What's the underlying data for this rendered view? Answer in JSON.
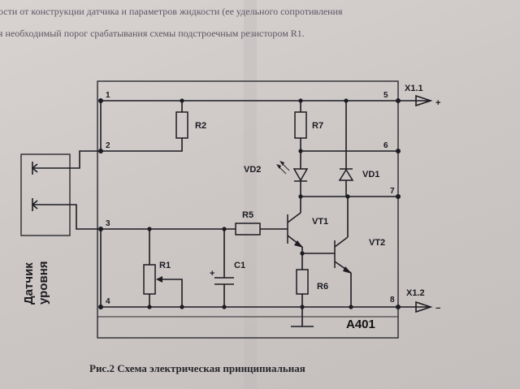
{
  "header": {
    "line1": "ости от конструкции датчика и параметров жидкости (ее удельного сопротивления",
    "line2": "я необходимый порог срабатывания схемы подстроечным резистором R1."
  },
  "caption": "Рис.2 Схема электрическая принципиальная",
  "module": {
    "name": "A401"
  },
  "sensor": {
    "line1": "Датчик",
    "line2": "уровня"
  },
  "terminals": {
    "x11": "X1.1",
    "x11_sign": "+",
    "x12": "X1.2",
    "x12_sign": "−"
  },
  "pins": [
    "1",
    "2",
    "3",
    "4",
    "5",
    "6",
    "7",
    "8"
  ],
  "components": {
    "R1": "R1",
    "R2": "R2",
    "R5": "R5",
    "R6": "R6",
    "R7": "R7",
    "C1": "C1",
    "C1_pol": "+",
    "VD1": "VD1",
    "VD2": "VD2",
    "VT1": "VT1",
    "VT2": "VT2"
  }
}
